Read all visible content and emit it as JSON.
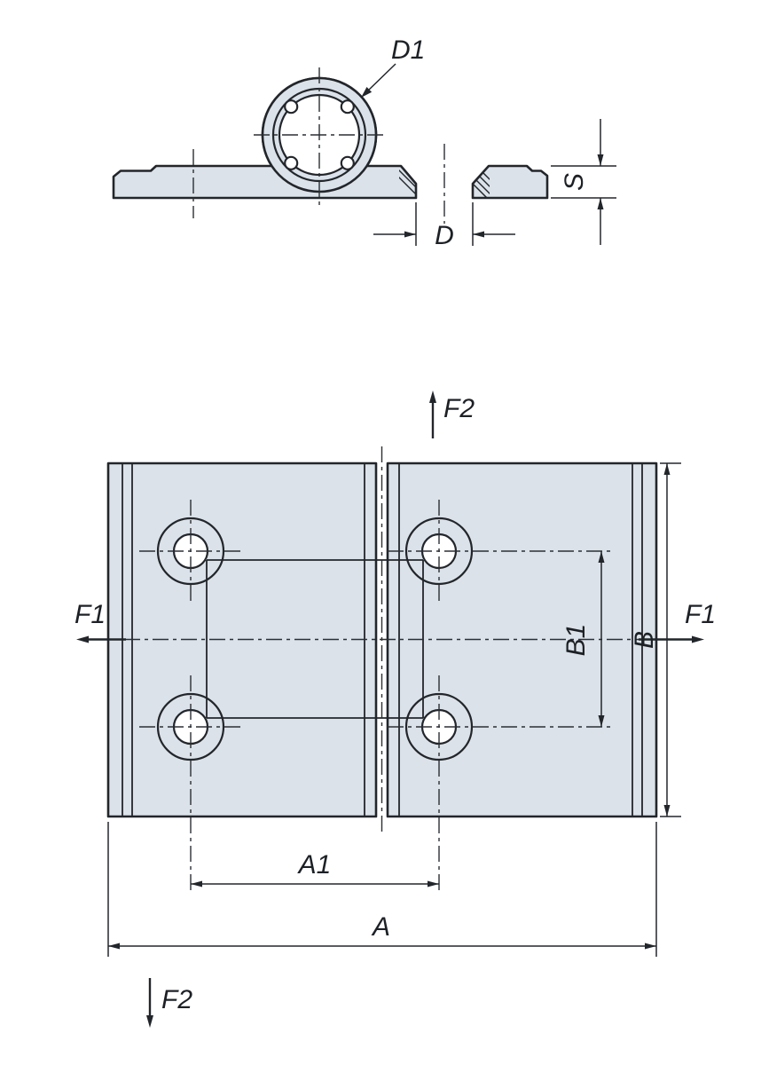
{
  "colors": {
    "line": "#22262b",
    "part_fill": "#dbe2e9",
    "hole_fill": "#ffffff",
    "background": "#ffffff"
  },
  "section_view": {
    "labels": {
      "d1": "D1",
      "d": "D",
      "s": "S"
    }
  },
  "front_view": {
    "labels": {
      "f2_top": "F2",
      "f2_bottom": "F2",
      "f1_left": "F1",
      "f1_right": "F1",
      "a": "A",
      "a1": "A1",
      "b": "B",
      "b1": "B1"
    }
  }
}
